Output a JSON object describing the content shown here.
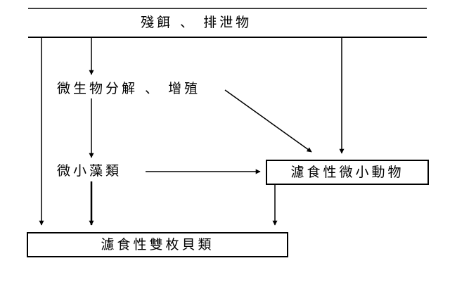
{
  "diagram": {
    "top_label": "殘餌 、 排泄物",
    "decomposition_label": "微生物分解 、 增殖",
    "microalgae_label": "微小藻類",
    "filter_feeding_micro_animals": "濾食性微小動物",
    "filter_feeding_bivalves": "濾食性雙枚貝類"
  }
}
